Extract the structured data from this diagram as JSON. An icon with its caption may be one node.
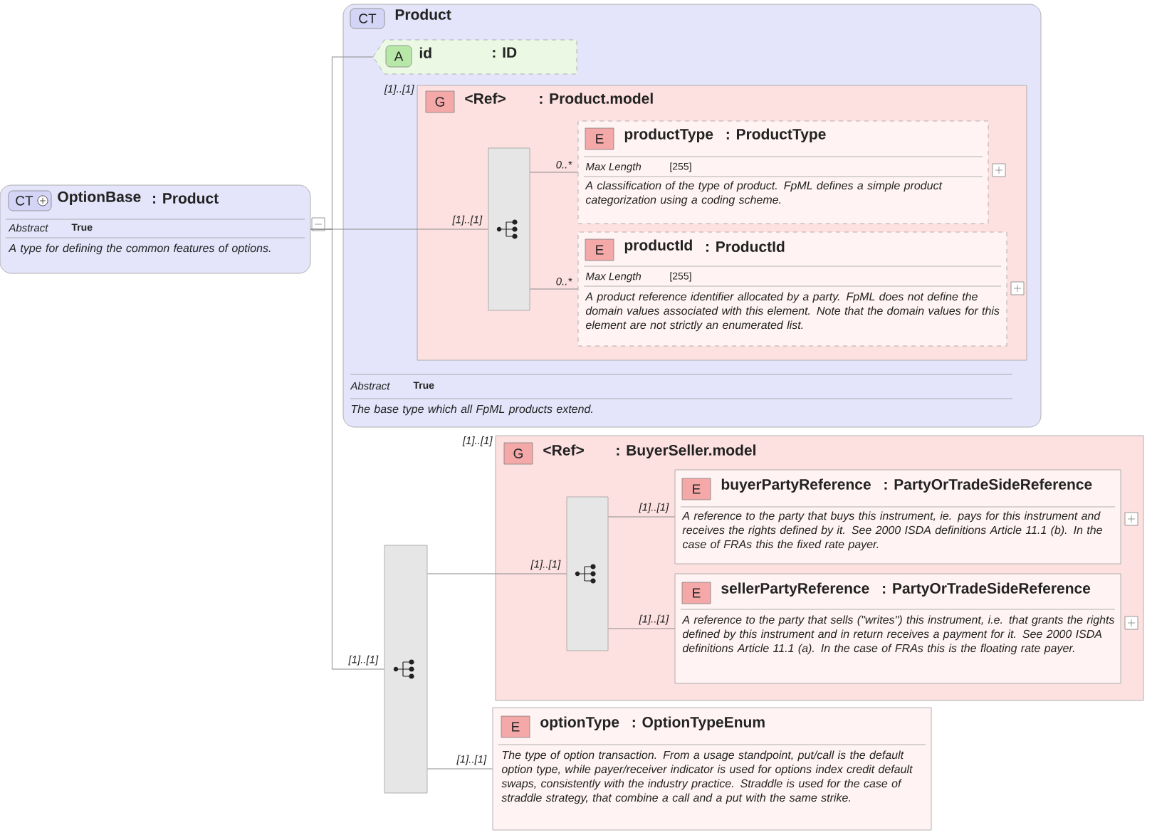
{
  "diagram": {
    "nodes": [
      {
        "text": [
          "CT",
          "OptionBase",
          ": Product",
          "Abstract",
          "True",
          "A type for defining the common features of options."
        ]
      },
      {
        "text": [
          "CT",
          "Product",
          "Abstract",
          "True",
          "The base type which all FpML products extend."
        ]
      },
      {
        "text": [
          "A",
          "id",
          ": ID"
        ],
        "in": 1
      },
      {
        "text": [
          "G",
          "<Ref>",
          ": Product.model"
        ],
        "in": 1,
        "beside": [
          "[1]..[1]"
        ]
      },
      {
        "text": [],
        "shape": "box",
        "in": 3
      },
      {
        "text": [
          "E",
          "productType",
          ": ProductType",
          "Max Length",
          "[255]",
          "A classification of the type of product. FpML defines a simple product categorization using a coding scheme."
        ],
        "in": 3
      },
      {
        "text": [
          "E",
          "productId",
          ": ProductId",
          "Max Length",
          "[255]",
          "A product reference identifier allocated by a party. FpML does not define the domain values associated with this element. Note that the domain values for this element are not strictly an enumerated list."
        ],
        "in": 3
      },
      {
        "text": [],
        "shape": "box"
      },
      {
        "text": [
          "G",
          "<Ref>",
          ": BuyerSeller.model"
        ],
        "beside": [
          "[1]..[1]"
        ]
      },
      {
        "text": [],
        "shape": "box",
        "in": 8
      },
      {
        "text": [
          "E",
          "buyerPartyReference",
          ": PartyOrTradeSideReference",
          "A reference to the party that buys this instrument, ie. pays for this instrument and receives the rights defined by it. See 2000 ISDA definitions Article 11.1 (b). In the case of FRAs this the fixed rate payer."
        ],
        "in": 8
      },
      {
        "text": [
          "E",
          "sellerPartyReference",
          ": PartyOrTradeSideReference",
          "A reference to the party that sells (\"writes\") this instrument, i.e. that grants the rights defined by this instrument and in return receives a payment for it. See 2000 ISDA definitions Article 11.1 (a). In the case of FRAs this is the floating rate payer."
        ],
        "in": 8
      },
      {
        "text": [
          "E",
          "optionType",
          ": OptionTypeEnum",
          "The type of option transaction. From a usage standpoint, put/call is the default option type, while payer/receiver indicator is used for options index credit default swaps, consistently with the industry practice. Straddle is used for the case of straddle strategy, that combine a call and a put with the same strike."
        ]
      }
    ],
    "edges": [
      {
        "from": 0,
        "to": 2,
        "arrow": "none"
      },
      {
        "from": 0,
        "to": 4,
        "arrow": "none",
        "label": "[1]..[1]"
      },
      {
        "from": 0,
        "to": 7,
        "arrow": "none",
        "label": "[1]..[1]"
      },
      {
        "from": 4,
        "to": 5,
        "arrow": "none",
        "label": "0..*"
      },
      {
        "from": 4,
        "to": 6,
        "arrow": "none",
        "label": "0..*"
      },
      {
        "from": 7,
        "to": 9,
        "arrow": "none",
        "label": "[1]..[1]"
      },
      {
        "from": 9,
        "to": 10,
        "arrow": "none",
        "label": "[1]..[1]"
      },
      {
        "from": 9,
        "to": 11,
        "arrow": "none",
        "label": "[1]..[1]"
      },
      {
        "from": 7,
        "to": 12,
        "arrow": "none",
        "label": "[1]..[1]"
      }
    ]
  }
}
